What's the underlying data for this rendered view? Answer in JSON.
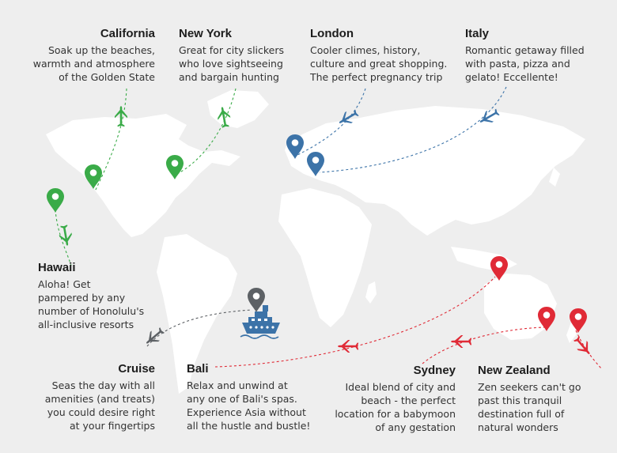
{
  "colors": {
    "background": "#eeeeee",
    "land": "#ffffff",
    "green": "#3aab48",
    "blue": "#3c73a8",
    "red": "#e02a36",
    "gray": "#5d6165"
  },
  "icons": {
    "pin": "map-pin-icon",
    "plane": "airplane-icon",
    "ship": "cruise-ship-icon"
  },
  "destinations": {
    "california": {
      "title": "California",
      "desc": "Soak up the beaches,\nwarmth and atmosphere\nof the Golden State"
    },
    "new_york": {
      "title": "New York",
      "desc": "Great for city slickers\nwho love sightseeing\nand bargain hunting"
    },
    "london": {
      "title": "London",
      "desc": "Cooler climes, history,\nculture and great shopping.\nThe perfect pregnancy trip"
    },
    "italy": {
      "title": "Italy",
      "desc": "Romantic getaway filled\nwith pasta, pizza and\ngelato! Eccellente!"
    },
    "hawaii": {
      "title": "Hawaii",
      "desc": "Aloha! Get\npampered by any\nnumber of Honolulu's\nall-inclusive resorts"
    },
    "cruise": {
      "title": "Cruise",
      "desc": "Seas the day with all\namenities (and treats)\nyou could desire right\nat your fingertips"
    },
    "bali": {
      "title": "Bali",
      "desc": "Relax and unwind at\nany one of Bali's spas.\nExperience Asia without\nall the hustle and bustle!"
    },
    "sydney": {
      "title": "Sydney",
      "desc": "Ideal blend of city and\nbeach - the perfect\nlocation for a babymoon\nof any gestation"
    },
    "new_zealand": {
      "title": "New Zealand",
      "desc": "Zen seekers can't go\npast this tranquil\ndestination full of\nnatural wonders"
    }
  }
}
